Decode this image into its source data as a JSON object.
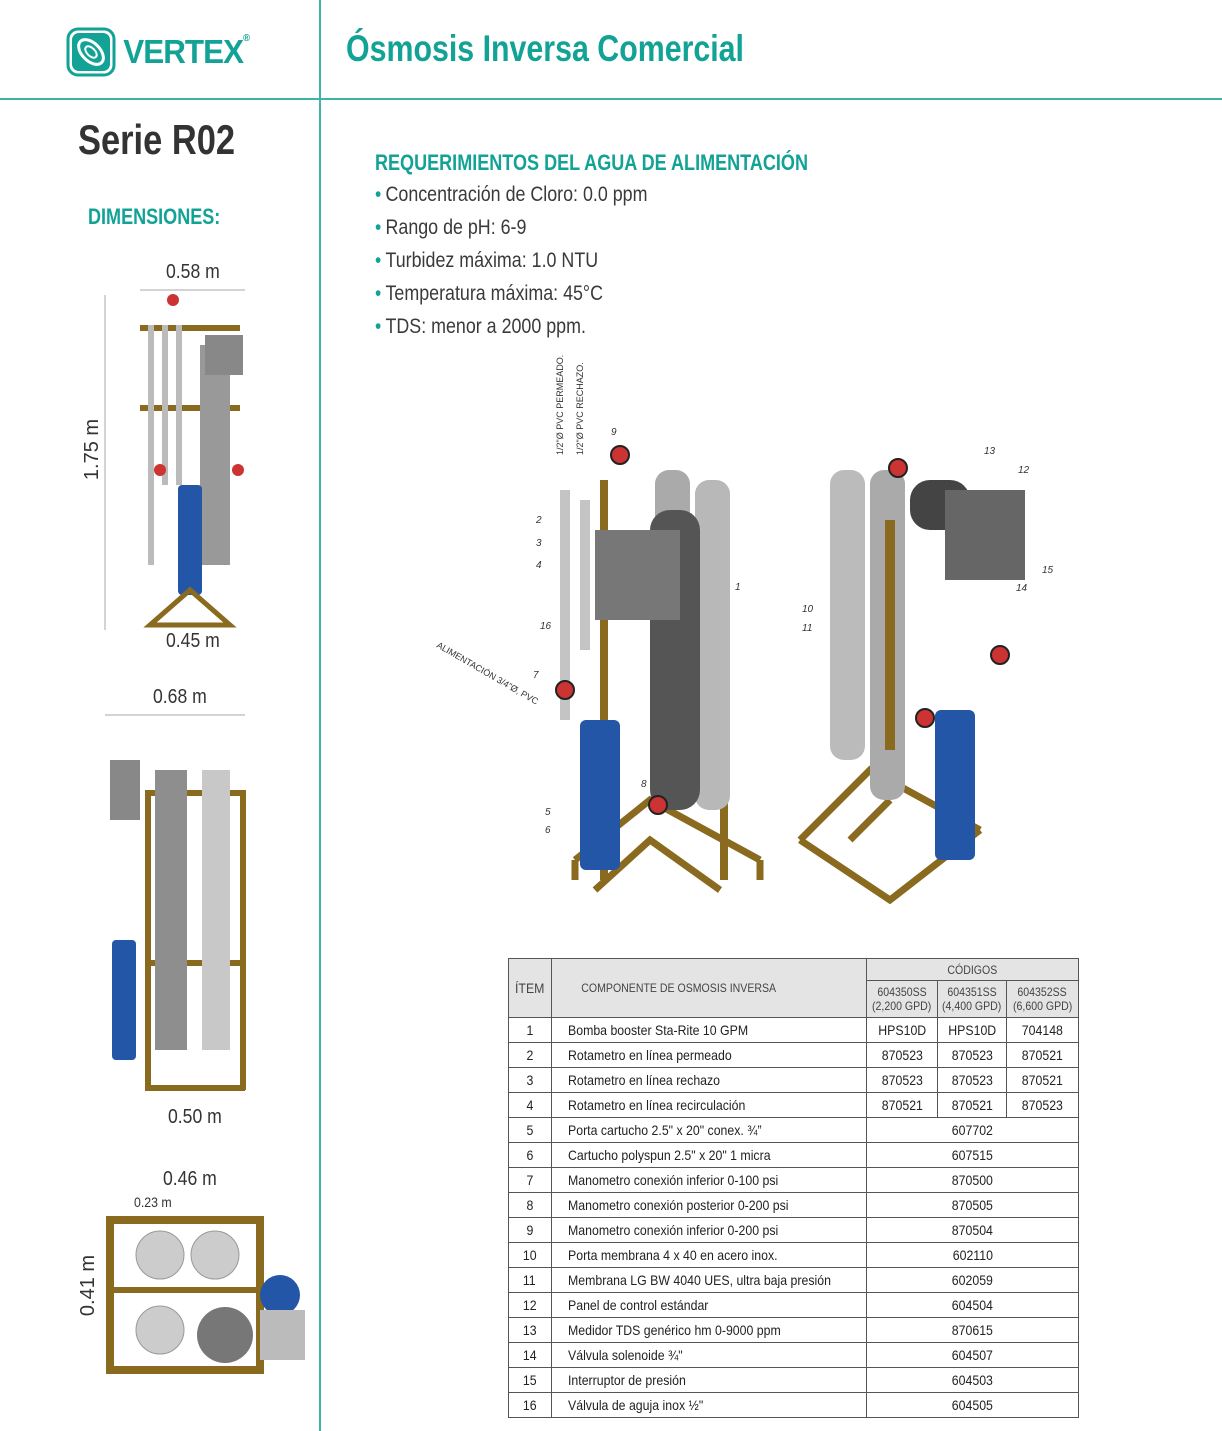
{
  "header": {
    "brand": "VERTEX",
    "registered": "®",
    "title": "Ósmosis Inversa Comercial"
  },
  "sidebar": {
    "series": "Serie R02",
    "dimensions_heading": "DIMENSIONES:",
    "front": {
      "width_top": "0.58 m",
      "height": "1.75 m",
      "width_base": "0.45 m"
    },
    "side": {
      "width_top": "0.68 m",
      "width_base": "0.50 m"
    },
    "top": {
      "width": "0.46 m",
      "half_width": "0.23 m",
      "depth": "0.41 m"
    }
  },
  "requirements": {
    "heading": "REQUERIMIENTOS DEL AGUA DE ALIMENTACIÓN",
    "items": [
      "Concentración de Cloro: 0.0 ppm",
      "Rango de pH: 6-9",
      "Turbidez máxima: 1.0 NTU",
      "Temperatura máxima: 45°C",
      "TDS: menor a 2000 ppm."
    ]
  },
  "diagram": {
    "notes": {
      "permeate": "1/2\"Ø PVC PERMEADO.",
      "reject": "1/2\"Ø PVC RECHAZO.",
      "feed": "ALIMENTACIÓN 3/4\"Ø, PVC"
    },
    "callouts": [
      "1",
      "2",
      "3",
      "4",
      "5",
      "6",
      "7",
      "8",
      "9",
      "10",
      "11",
      "12",
      "13",
      "14",
      "15",
      "16"
    ]
  },
  "colors": {
    "teal": "#12a296",
    "frame": "#8a6a1e",
    "housing": "#2456a8"
  },
  "table": {
    "headers": {
      "item": "ÍTEM",
      "component": "COMPONENTE DE OSMOSIS INVERSA",
      "codes": "CÓDIGOS",
      "models": [
        {
          "code": "604350SS",
          "cap": "(2,200 GPD)"
        },
        {
          "code": "604351SS",
          "cap": "(4,400 GPD)"
        },
        {
          "code": "604352SS",
          "cap": "(6,600 GPD)"
        }
      ]
    },
    "rows": [
      {
        "item": "1",
        "name": "Bomba booster Sta-Rite 10 GPM",
        "codes": [
          "HPS10D",
          "HPS10D",
          "704148"
        ]
      },
      {
        "item": "2",
        "name": "Rotametro en línea permeado",
        "codes": [
          "870523",
          "870523",
          "870521"
        ]
      },
      {
        "item": "3",
        "name": "Rotametro en línea rechazo",
        "codes": [
          "870523",
          "870523",
          "870521"
        ]
      },
      {
        "item": "4",
        "name": "Rotametro en línea recirculación",
        "codes": [
          "870521",
          "870521",
          "870523"
        ]
      },
      {
        "item": "5",
        "name": "Porta cartucho 2.5\" x 20\" conex. ¾”",
        "code": "607702"
      },
      {
        "item": "6",
        "name": "Cartucho polyspun 2.5\" x 20\" 1 micra",
        "code": "607515"
      },
      {
        "item": "7",
        "name": "Manometro conexión inferior 0-100 psi",
        "code": "870500"
      },
      {
        "item": "8",
        "name": "Manometro conexión posterior 0-200 psi",
        "code": "870505"
      },
      {
        "item": "9",
        "name": "Manometro conexión inferior 0-200 psi",
        "code": "870504"
      },
      {
        "item": "10",
        "name": "Porta membrana 4 x 40 en acero inox.",
        "code": "602110"
      },
      {
        "item": "11",
        "name": "Membrana LG BW 4040 UES, ultra baja presión",
        "code": "602059"
      },
      {
        "item": "12",
        "name": "Panel de control estándar",
        "code": "604504"
      },
      {
        "item": "13",
        "name": "Medidor TDS genérico hm 0-9000 ppm",
        "code": "870615"
      },
      {
        "item": "14",
        "name": "Válvula solenoide ¾\"",
        "code": "604507"
      },
      {
        "item": "15",
        "name": "Interruptor de presión",
        "code": "604503"
      },
      {
        "item": "16",
        "name": "Válvula de aguja inox ½\"",
        "code": "604505"
      }
    ]
  }
}
